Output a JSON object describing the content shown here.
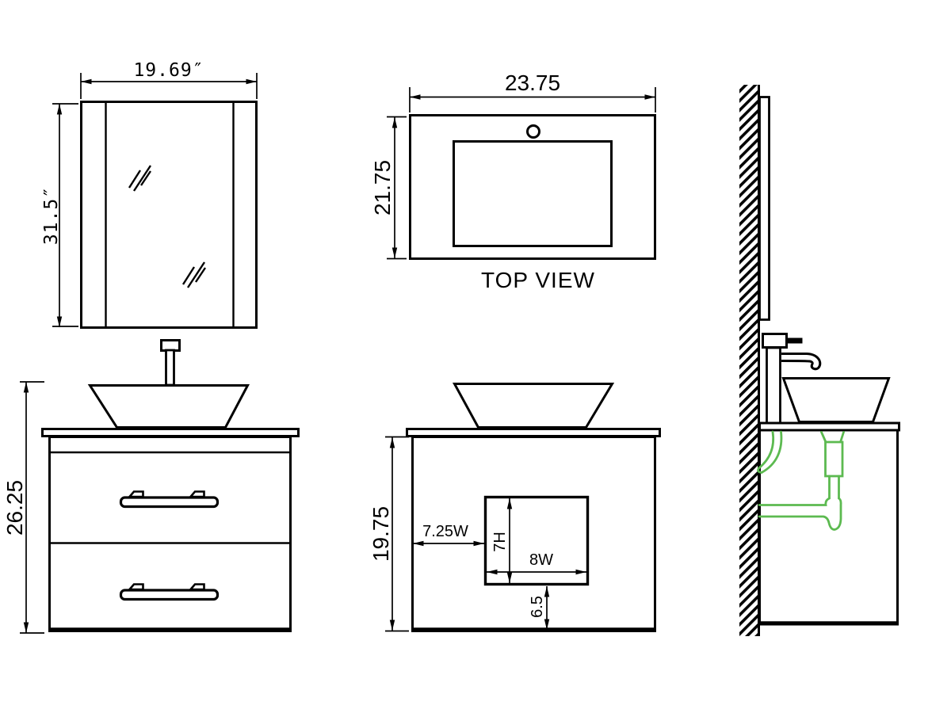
{
  "drawing": {
    "background_color": "#ffffff",
    "line_color": "#000000",
    "pipe_color": "#5cba50",
    "mirror_view": {
      "width_label": "19.69″",
      "height_label": "31.5″"
    },
    "top_view": {
      "width_label": "23.75",
      "depth_label": "21.75",
      "caption": "TOP VIEW"
    },
    "vanity_front_view": {
      "height_label": "26.25"
    },
    "cutout_view": {
      "height_label": "19.75",
      "cutout_offset_label": "7.25W",
      "cutout_height_label": "7H",
      "cutout_width_label": "8W",
      "cutout_bottom_label": "6.5"
    }
  }
}
